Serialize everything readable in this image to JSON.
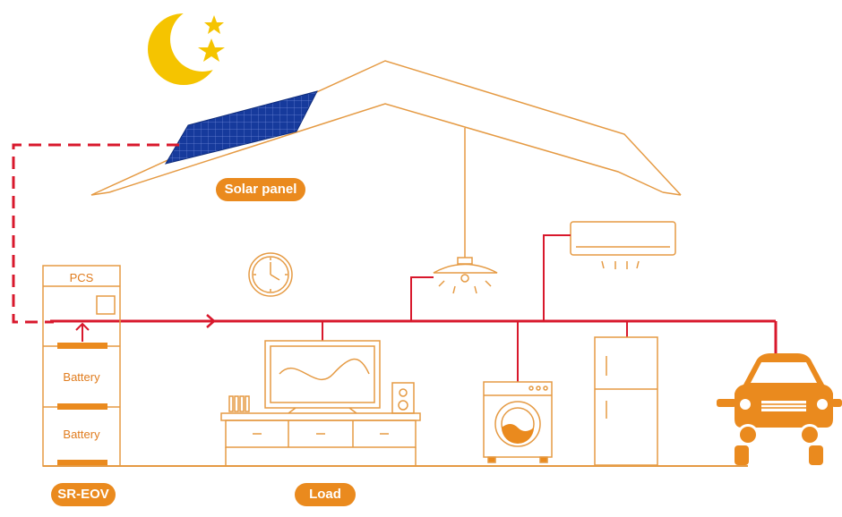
{
  "labels": {
    "solar_panel": "Solar panel",
    "load": "Load",
    "sr_eov": "SR-EOV",
    "pcs": "PCS",
    "battery_top": "Battery",
    "battery_bottom": "Battery"
  },
  "colors": {
    "line_orange": "#e59a43",
    "accent_orange": "#ea8a1e",
    "power_red": "#d8182c",
    "moon_yellow": "#f5c400",
    "panel_blue": "#163a9c"
  },
  "icons": [
    "moon-icon",
    "star-icon",
    "solar-panel-icon",
    "clock-icon",
    "ceiling-lamp-icon",
    "air-conditioner-icon",
    "tv-icon",
    "speaker-icon",
    "washing-machine-icon",
    "refrigerator-icon",
    "car-icon",
    "flow-arrow-icon"
  ]
}
